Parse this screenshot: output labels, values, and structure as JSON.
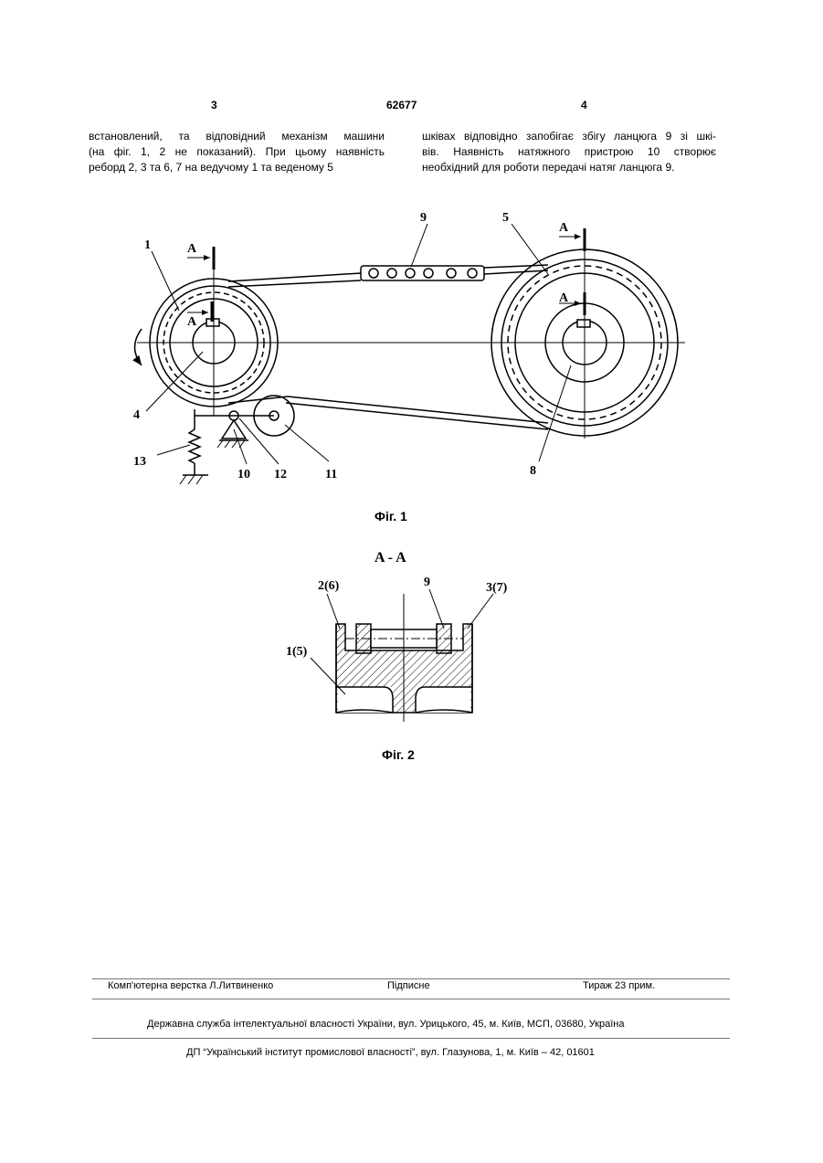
{
  "header": {
    "left_page": "3",
    "patent_no": "62677",
    "right_page": "4"
  },
  "text": {
    "left": [
      "встановлений, та відповідний механізм машини",
      "(на фіг. 1, 2 не показаний). При цьому наявність",
      "реборд 2, 3 та 6, 7 на ведучому 1 та веденому 5"
    ],
    "right": [
      "шківах відповідно запобігає збігу ланцюга 9 зі шкі-",
      "вів. Наявність натяжного пристрою 10 створює",
      "необхідний для роботи передачі натяг ланцюга 9."
    ]
  },
  "fig1": {
    "caption": "Фіг. 1",
    "labels": {
      "l1": "1",
      "l4": "4",
      "l5": "5",
      "l8": "8",
      "l9": "9",
      "l10": "10",
      "l11": "11",
      "l12": "12",
      "l13": "13",
      "a1": "A",
      "a2": "A",
      "a3": "A",
      "a4": "A"
    }
  },
  "fig2": {
    "caption": "Фіг. 2",
    "section": "A - A",
    "labels": {
      "l26": "2(6)",
      "l9": "9",
      "l37": "3(7)",
      "l15": "1(5)"
    }
  },
  "footer": {
    "typesetting": "Комп'ютерна верстка Л.Литвиненко",
    "signed": "Підписне",
    "circulation": "Тираж 23 прим.",
    "agency": "Державна служба інтелектуальної власності України, вул. Урицького, 45, м. Київ, МСП, 03680, Україна",
    "institute": "ДП “Український інститут промислової власності”, вул. Глазунова, 1, м. Київ – 42, 01601"
  }
}
